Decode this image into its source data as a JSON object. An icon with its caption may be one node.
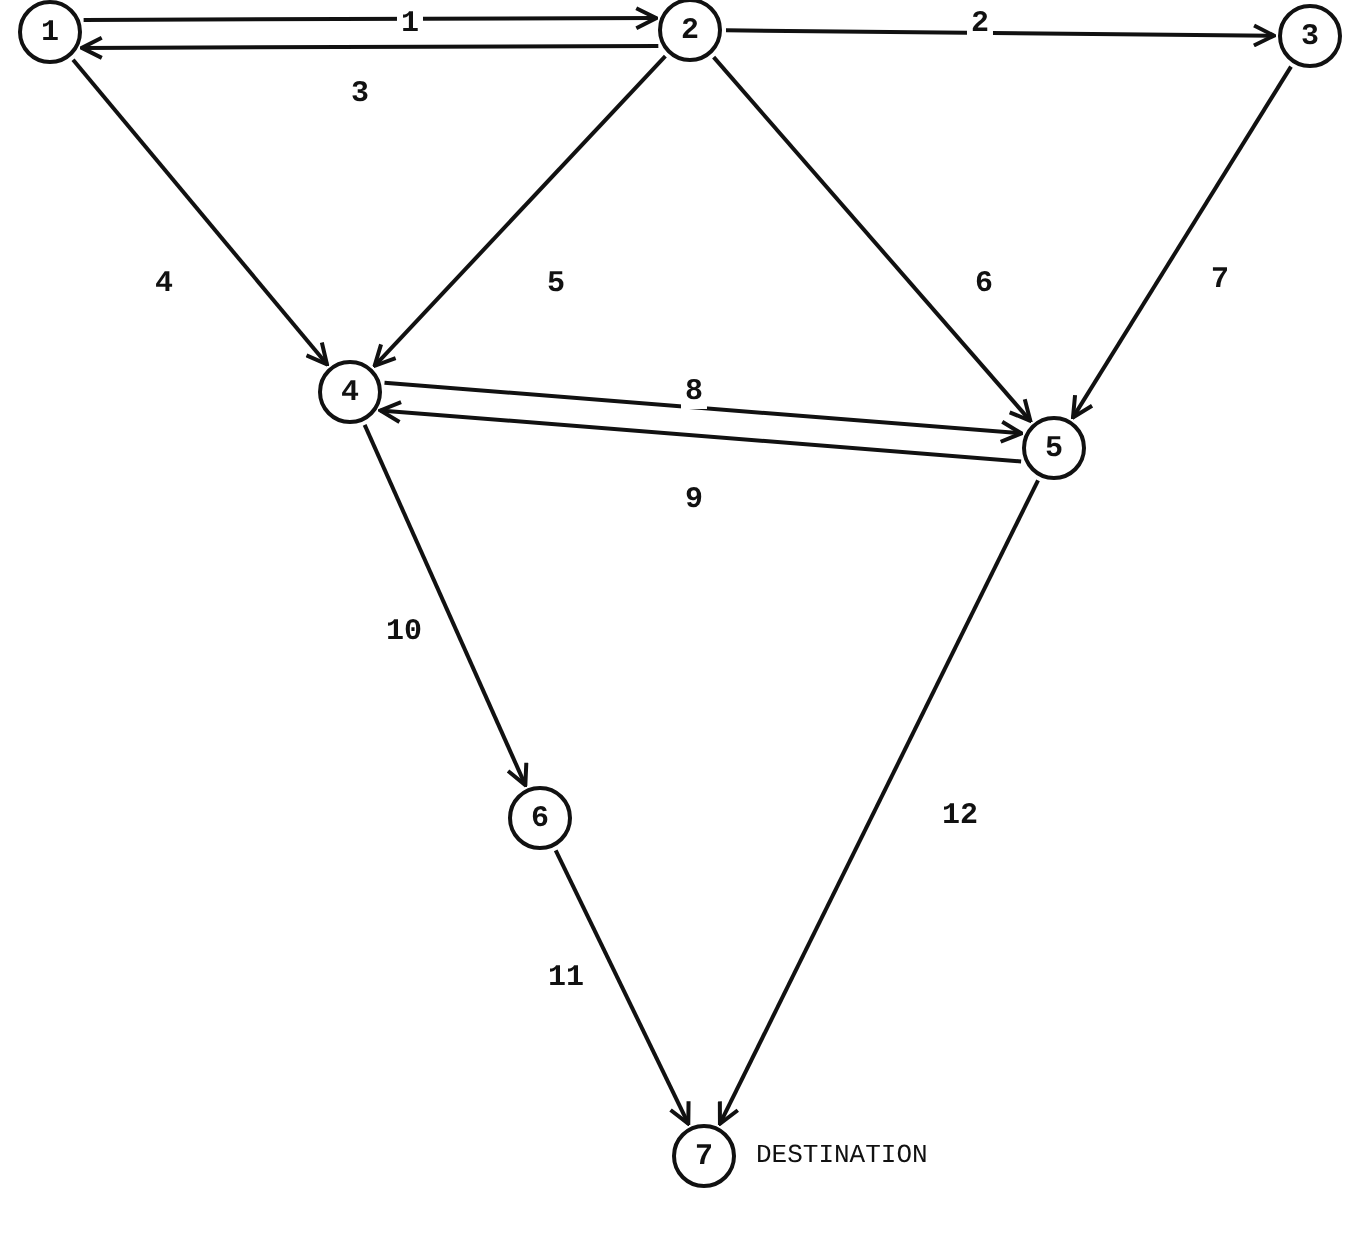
{
  "diagram": {
    "nodes": [
      {
        "text": [
          "1"
        ]
      },
      {
        "text": [
          "2"
        ]
      },
      {
        "text": [
          "3"
        ]
      },
      {
        "text": [
          "4"
        ]
      },
      {
        "text": [
          "5"
        ]
      },
      {
        "text": [
          "6"
        ]
      },
      {
        "text": [
          "7"
        ],
        "beside": [
          "DESTINATION"
        ]
      }
    ],
    "edges": [
      {
        "from": 0,
        "to": 1,
        "arrow": "to",
        "label": "1"
      },
      {
        "from": 1,
        "to": 2,
        "arrow": "to",
        "label": "2"
      },
      {
        "from": 1,
        "to": 0,
        "arrow": "to",
        "label": "3"
      },
      {
        "from": 0,
        "to": 3,
        "arrow": "to",
        "label": "4"
      },
      {
        "from": 1,
        "to": 3,
        "arrow": "to",
        "label": "5"
      },
      {
        "from": 1,
        "to": 4,
        "arrow": "to",
        "label": "6"
      },
      {
        "from": 2,
        "to": 4,
        "arrow": "to",
        "label": "7"
      },
      {
        "from": 3,
        "to": 4,
        "arrow": "to",
        "label": "8"
      },
      {
        "from": 4,
        "to": 3,
        "arrow": "to",
        "label": "9"
      },
      {
        "from": 3,
        "to": 5,
        "arrow": "to",
        "label": "10"
      },
      {
        "from": 5,
        "to": 6,
        "arrow": "to",
        "label": "11"
      },
      {
        "from": 4,
        "to": 6,
        "arrow": "to",
        "label": "12"
      }
    ]
  }
}
